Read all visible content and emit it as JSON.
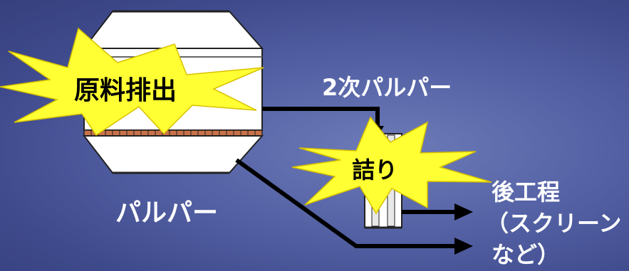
{
  "labels": {
    "raw_discharge": "原料排出",
    "secondary_pulper": "2次パルパー",
    "clog": "詰り",
    "pulper": "パルパー",
    "downstream_line1": "後工程",
    "downstream_line2": "（スクリーン",
    "downstream_line3": "など）"
  },
  "colors": {
    "background": "#4a56a0",
    "burst_fill": "#ffff33",
    "vessel_fill": "#ffffff",
    "vessel_band": "#c9724a",
    "pipe": "#000000",
    "text": "#ffffff"
  }
}
